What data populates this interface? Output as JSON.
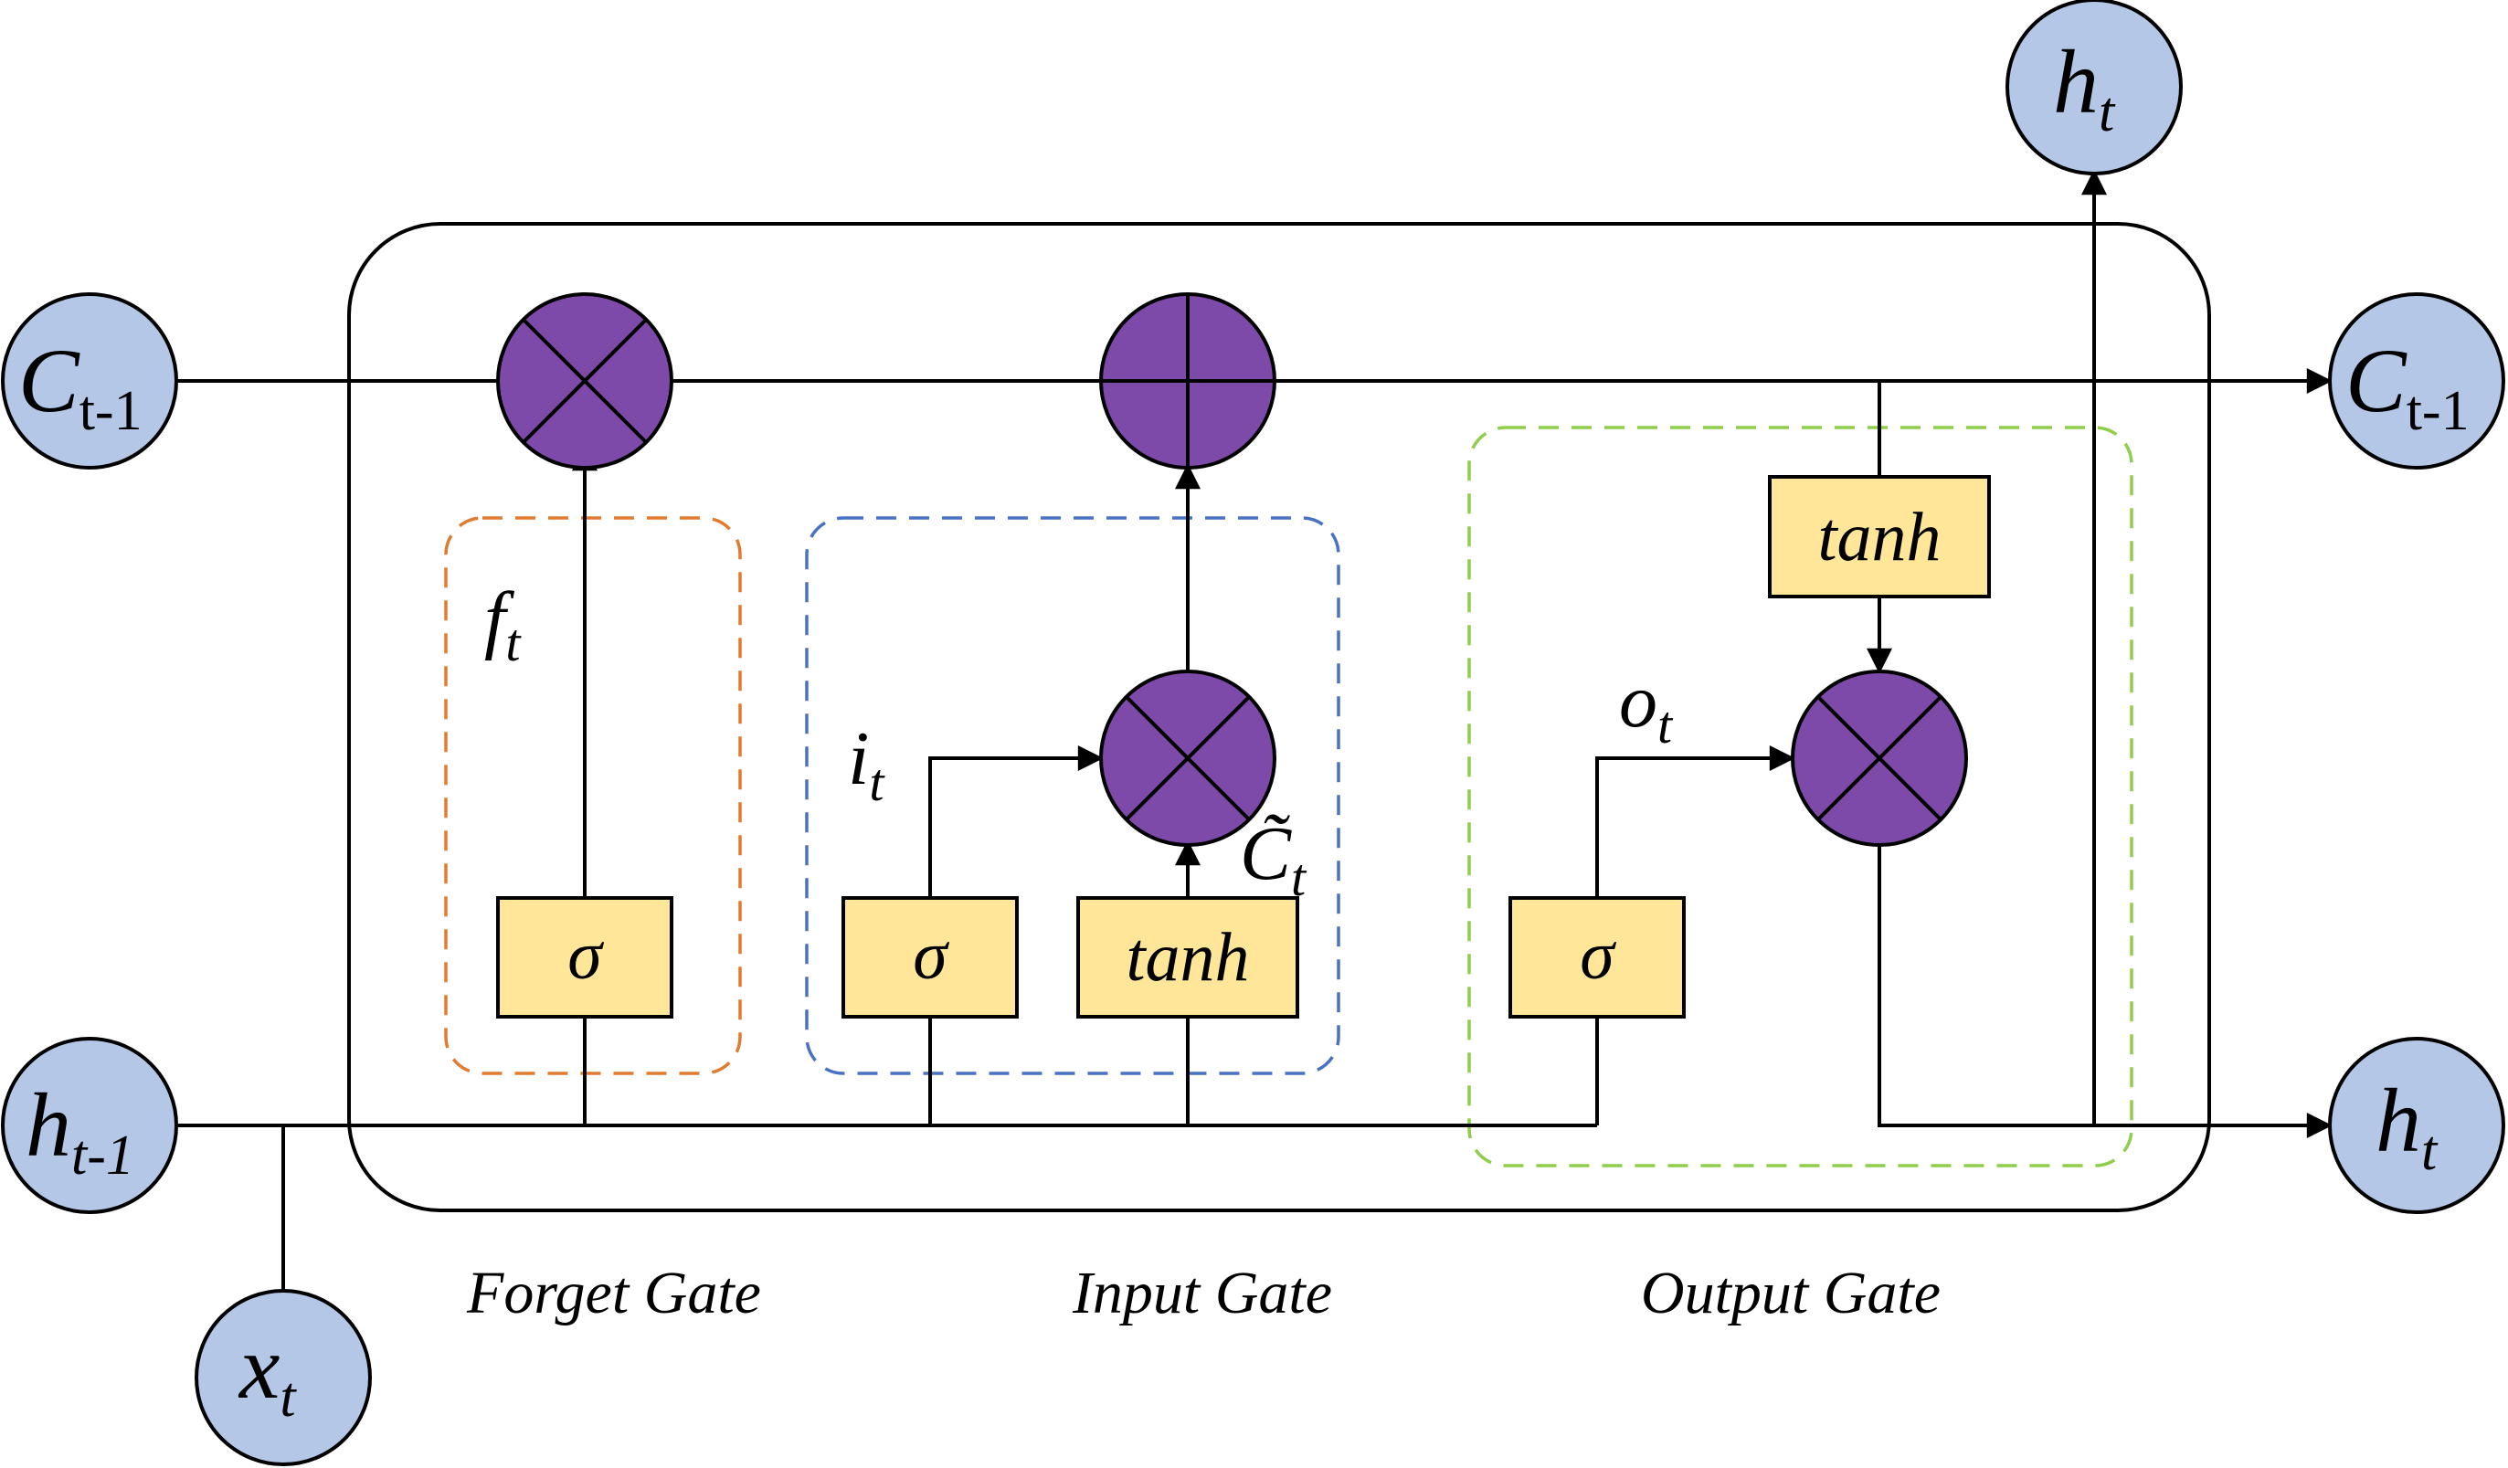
{
  "nodes": {
    "c_prev": {
      "main": "C",
      "sub": "t-1"
    },
    "h_prev": {
      "main": "h",
      "sub": "t-1"
    },
    "x_t": {
      "main": "x",
      "sub": "t"
    },
    "c_next": {
      "main": "C",
      "sub": "t-1"
    },
    "h_right": {
      "main": "h",
      "sub": "t"
    },
    "h_top": {
      "main": "h",
      "sub": "t"
    }
  },
  "boxes": {
    "forget_sigma": "σ",
    "input_sigma": "σ",
    "input_tanh": "tanh",
    "output_sigma": "σ",
    "output_tanh": "tanh"
  },
  "signals": {
    "f": {
      "main": "f",
      "sub": "t"
    },
    "i": {
      "main": "i",
      "sub": "t"
    },
    "c_tilde": {
      "main": "C̃",
      "sub": "t"
    },
    "o": {
      "main": "o",
      "sub": "t"
    }
  },
  "captions": {
    "forget": "Forget Gate",
    "input": "Input Gate",
    "output": "Output Gate"
  },
  "colors": {
    "node_fill": "#b4c7e7",
    "op_fill": "#7e4aa9",
    "box_fill": "#ffe699",
    "forget_dash": "#e07b2f",
    "input_dash": "#4a72c4",
    "output_dash": "#8fce4a"
  }
}
